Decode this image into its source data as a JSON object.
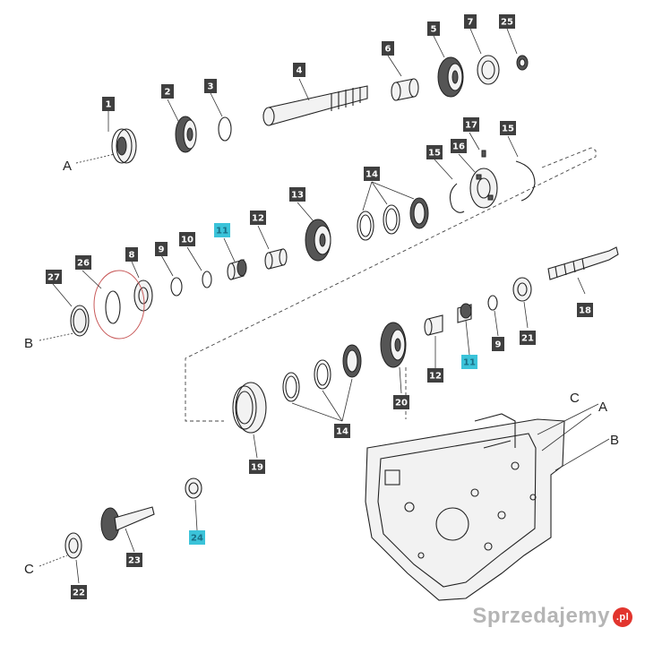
{
  "callouts": [
    {
      "id": "c1",
      "label": "1",
      "highlight": false
    },
    {
      "id": "c2",
      "label": "2",
      "highlight": false
    },
    {
      "id": "c3",
      "label": "3",
      "highlight": false
    },
    {
      "id": "c4",
      "label": "4",
      "highlight": false
    },
    {
      "id": "c5",
      "label": "5",
      "highlight": false
    },
    {
      "id": "c6",
      "label": "6",
      "highlight": false
    },
    {
      "id": "c7",
      "label": "7",
      "highlight": false
    },
    {
      "id": "c25",
      "label": "25",
      "highlight": false
    },
    {
      "id": "c17",
      "label": "17",
      "highlight": false
    },
    {
      "id": "c15a",
      "label": "15",
      "highlight": false
    },
    {
      "id": "c15b",
      "label": "15",
      "highlight": false
    },
    {
      "id": "c16",
      "label": "16",
      "highlight": false
    },
    {
      "id": "c14a",
      "label": "14",
      "highlight": false
    },
    {
      "id": "c13",
      "label": "13",
      "highlight": false
    },
    {
      "id": "c12a",
      "label": "12",
      "highlight": false
    },
    {
      "id": "c11a",
      "label": "11",
      "highlight": true
    },
    {
      "id": "c10",
      "label": "10",
      "highlight": false
    },
    {
      "id": "c9a",
      "label": "9",
      "highlight": false
    },
    {
      "id": "c8",
      "label": "8",
      "highlight": false
    },
    {
      "id": "c26",
      "label": "26",
      "highlight": false
    },
    {
      "id": "c27",
      "label": "27",
      "highlight": false
    },
    {
      "id": "c18",
      "label": "18",
      "highlight": false
    },
    {
      "id": "c21",
      "label": "21",
      "highlight": false
    },
    {
      "id": "c9b",
      "label": "9",
      "highlight": false
    },
    {
      "id": "c11b",
      "label": "11",
      "highlight": true
    },
    {
      "id": "c12b",
      "label": "12",
      "highlight": false
    },
    {
      "id": "c20",
      "label": "20",
      "highlight": false
    },
    {
      "id": "c14b",
      "label": "14",
      "highlight": false
    },
    {
      "id": "c19",
      "label": "19",
      "highlight": false
    },
    {
      "id": "c24",
      "label": "24",
      "highlight": true
    },
    {
      "id": "c23",
      "label": "23",
      "highlight": false
    },
    {
      "id": "c22",
      "label": "22",
      "highlight": false
    }
  ],
  "letters": {
    "a_left": "A",
    "b_left": "B",
    "c_left": "C",
    "c_right": "C",
    "a_right": "A",
    "b_right": "B"
  },
  "colors": {
    "callout_bg": "#3f3f3f",
    "highlight_bg": "#3bc3d9",
    "highlight_text": "#1a6f86",
    "mark_circle": "#c85a5a"
  },
  "watermark": {
    "text": "Sprzedajemy",
    "badge": ".pl"
  }
}
